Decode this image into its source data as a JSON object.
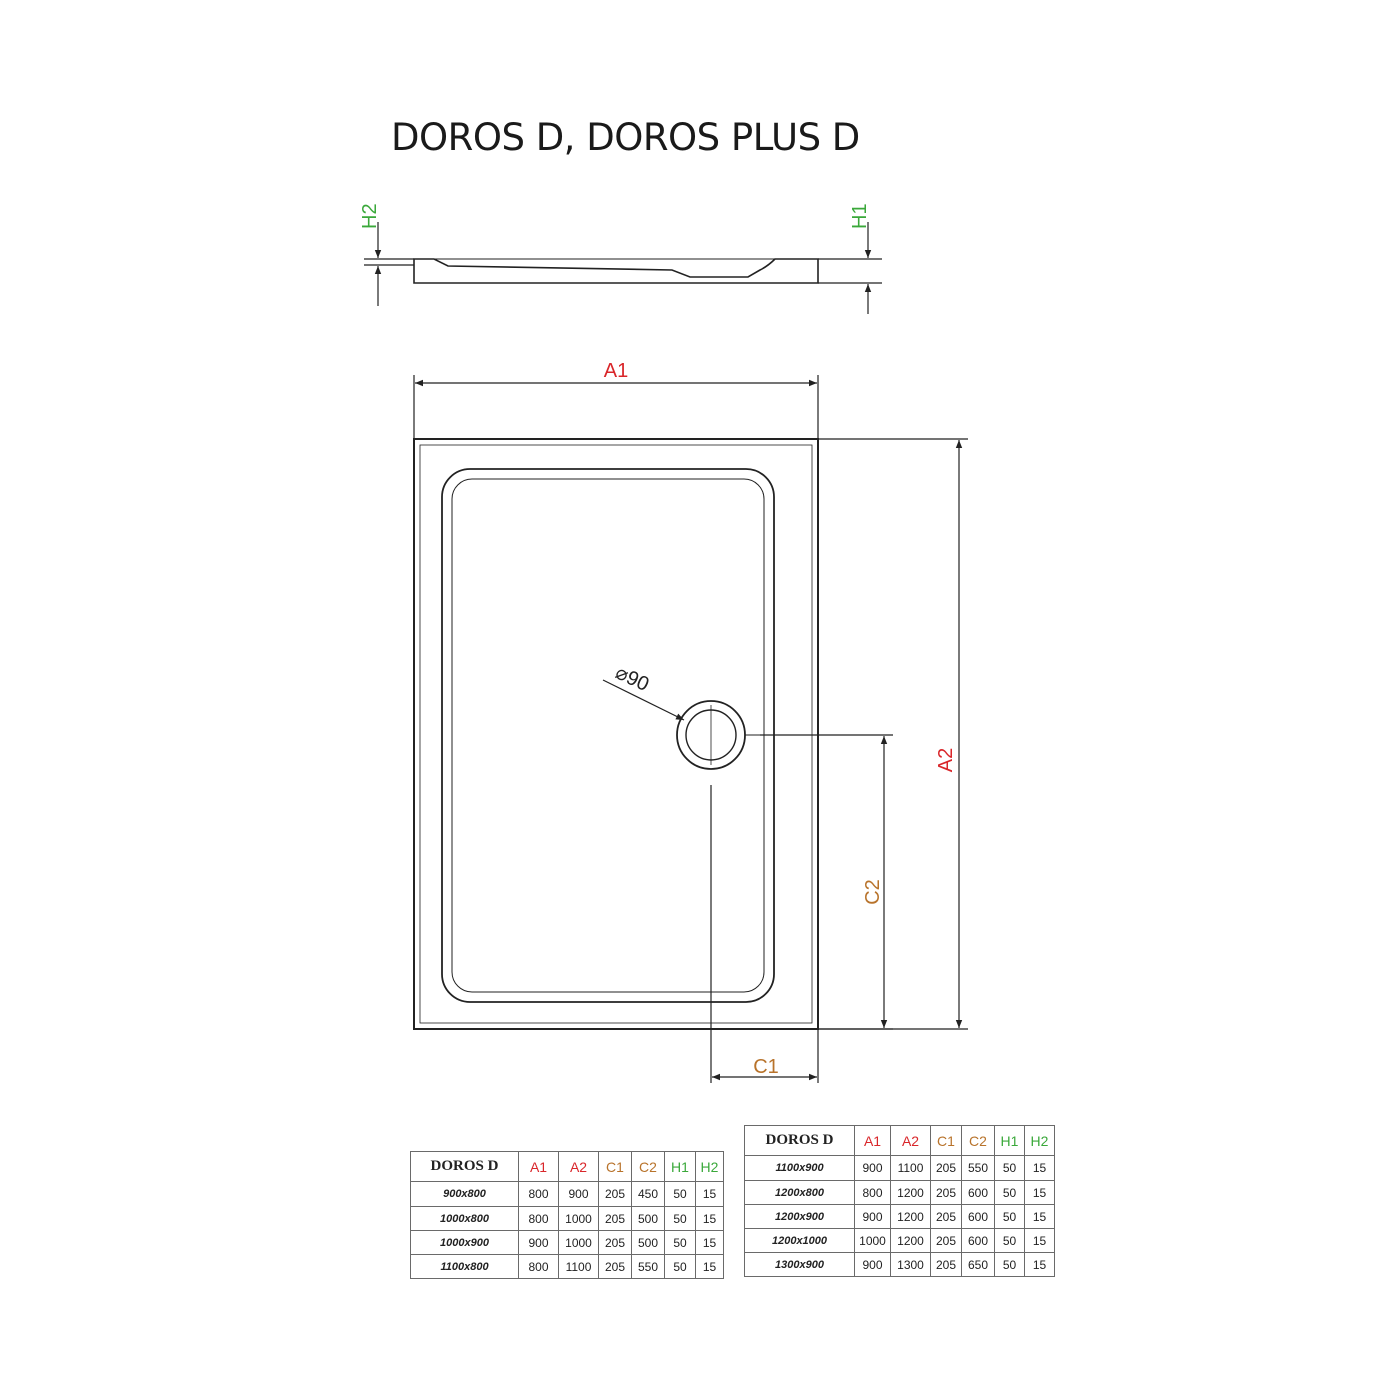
{
  "title": "DOROS D, DOROS PLUS D",
  "colors": {
    "A": "#d9262a",
    "C": "#b8732b",
    "H": "#3aa83a",
    "line": "#222222"
  },
  "labels": {
    "h2": "H2",
    "h1": "H1",
    "a1": "A1",
    "a2": "A2",
    "c1": "C1",
    "c2": "C2",
    "drain": "⌀90"
  },
  "tables": [
    {
      "header": [
        "DOROS D",
        "A1",
        "A2",
        "C1",
        "C2",
        "H1",
        "H2"
      ],
      "rows": [
        [
          "900x800",
          "800",
          "900",
          "205",
          "450",
          "50",
          "15"
        ],
        [
          "1000x800",
          "800",
          "1000",
          "205",
          "500",
          "50",
          "15"
        ],
        [
          "1000x900",
          "900",
          "1000",
          "205",
          "500",
          "50",
          "15"
        ],
        [
          "1100x800",
          "800",
          "1100",
          "205",
          "550",
          "50",
          "15"
        ]
      ]
    },
    {
      "header": [
        "DOROS D",
        "A1",
        "A2",
        "C1",
        "C2",
        "H1",
        "H2"
      ],
      "rows": [
        [
          "1100x900",
          "900",
          "1100",
          "205",
          "550",
          "50",
          "15"
        ],
        [
          "1200x800",
          "800",
          "1200",
          "205",
          "600",
          "50",
          "15"
        ],
        [
          "1200x900",
          "900",
          "1200",
          "205",
          "600",
          "50",
          "15"
        ],
        [
          "1200x1000",
          "1000",
          "1200",
          "205",
          "600",
          "50",
          "15"
        ],
        [
          "1300x900",
          "900",
          "1300",
          "205",
          "650",
          "50",
          "15"
        ]
      ]
    }
  ]
}
